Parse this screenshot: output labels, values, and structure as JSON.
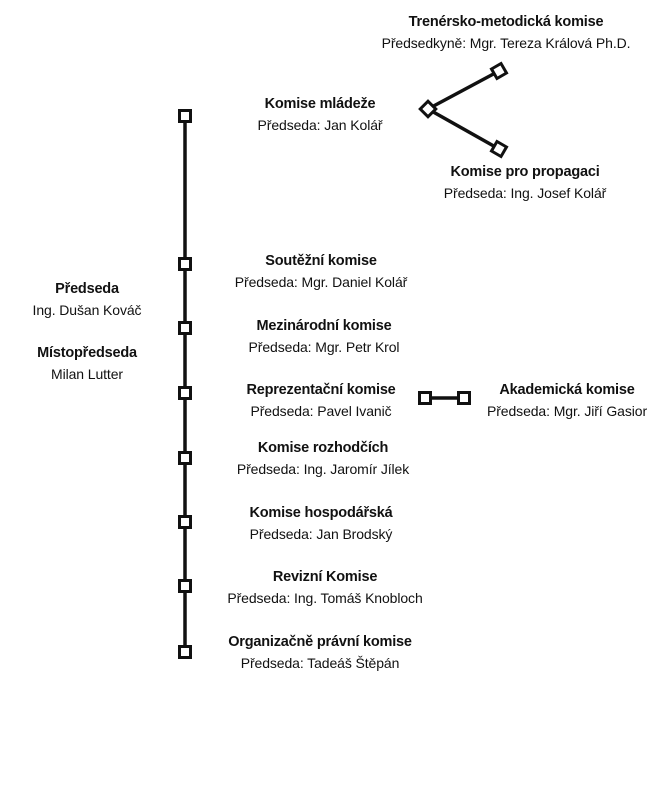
{
  "colors": {
    "line": "#111111",
    "background": "#ffffff",
    "text": "#111111"
  },
  "leadership": {
    "chair": {
      "title": "Předseda",
      "name": "Ing. Dušan Kováč"
    },
    "vice_chair": {
      "title": "Místopředseda",
      "name": "Milan Lutter"
    }
  },
  "committees": [
    {
      "title": "Komise mládeže",
      "head": "Předseda: Jan Kolář"
    },
    {
      "title": "Soutěžní komise",
      "head": "Předseda: Mgr. Daniel Kolář"
    },
    {
      "title": "Mezinárodní komise",
      "head": "Předseda: Mgr. Petr Krol"
    },
    {
      "title": "Reprezentační komise",
      "head": "Předseda: Pavel Ivanič"
    },
    {
      "title": "Komise rozhodčích",
      "head": "Předseda: Ing. Jaromír Jílek"
    },
    {
      "title": "Komise hospodářská",
      "head": "Předseda: Jan Brodský"
    },
    {
      "title": "Revizní Komise",
      "head": "Předseda: Ing. Tomáš Knobloch"
    },
    {
      "title": "Organizačně právní komise",
      "head": "Předseda: Tadeáš Štěpán"
    }
  ],
  "subcommittees": {
    "coaching": {
      "title": "Trenérsko-metodická komise",
      "head": "Předsedkyně: Mgr. Tereza Králová Ph.D."
    },
    "promotion": {
      "title": "Komise pro propagaci",
      "head": "Předseda: Ing. Josef Kolář"
    },
    "academic": {
      "title": "Akademická komise",
      "head": "Předseda: Mgr. Jiří Gasior"
    }
  }
}
